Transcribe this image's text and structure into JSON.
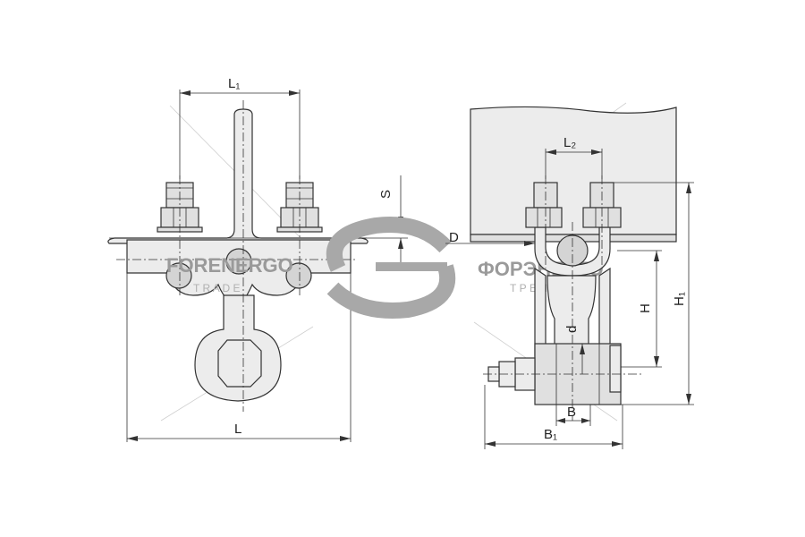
{
  "dimensions": {
    "L1": "L₁",
    "L": "L",
    "S": "S",
    "D": "D",
    "L2": "L₂",
    "H": "H",
    "H1": "H₁",
    "d": "d",
    "B": "B",
    "B1": "B₁"
  },
  "watermark": {
    "left_brand": "FORENERGO",
    "left_sub": "T R A D E",
    "right_brand": "ФОРЭНЕРГО",
    "right_sub": "Т Р Е Й Д"
  },
  "colors": {
    "line": "#333333",
    "watermark": "#9a9a9a",
    "logo": "#888888"
  }
}
